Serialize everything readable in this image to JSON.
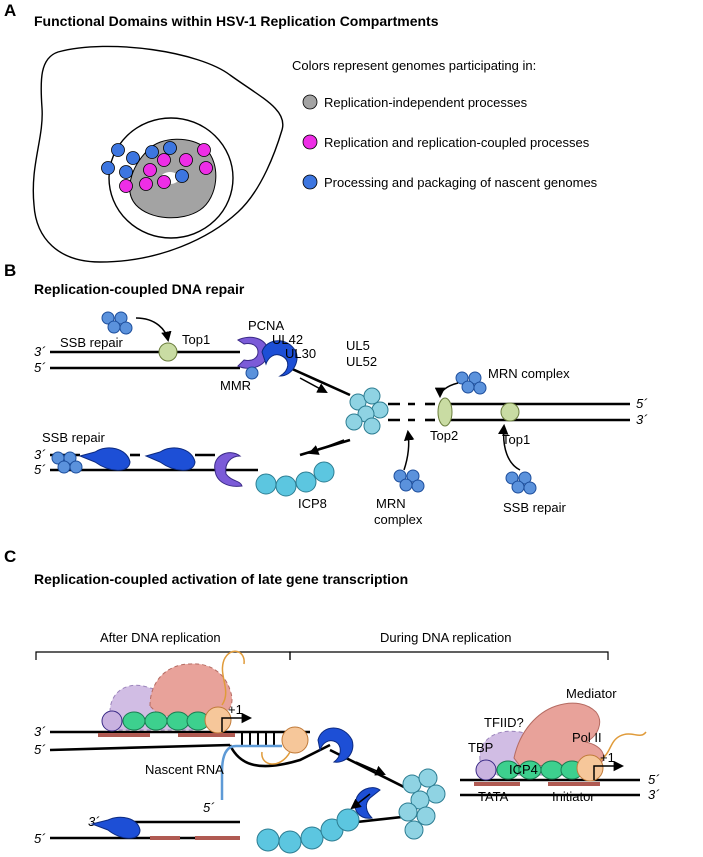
{
  "panelA": {
    "letter": "A",
    "title": "Functional Domains within HSV-1 Replication Compartments",
    "legend_heading": "Colors represent genomes participating in:",
    "legend": [
      {
        "label": "Replication-independent processes",
        "color": "#a3a3a3"
      },
      {
        "label": "Replication and replication-coupled processes",
        "color": "#ee2ee6"
      },
      {
        "label": "Processing and packaging of nascent genomes",
        "color": "#3d76e0"
      }
    ]
  },
  "panelB": {
    "letter": "B",
    "title": "Replication-coupled DNA repair",
    "labels": {
      "ssb_repair_top": "SSB repair",
      "top1_left": "Top1",
      "pcna": "PCNA",
      "ul42": "UL42",
      "ul30": "UL30",
      "mmr": "MMR",
      "ul5": "UL5",
      "ul52": "UL52",
      "mrn_top": "MRN complex",
      "ssb_repair_left": "SSB repair",
      "icp8": "ICP8",
      "mrn_bottom_1": "MRN",
      "mrn_bottom_2": "complex",
      "top2": "Top2",
      "top1_right": "Top1",
      "ssb_repair_bottom": "SSB repair"
    },
    "ends": {
      "three": "3´",
      "five": "5´"
    }
  },
  "panelC": {
    "letter": "C",
    "title": "Replication-coupled activation of late gene transcription",
    "after": "After DNA replication",
    "during": "During DNA replication",
    "labels": {
      "plus1_left": "+1",
      "nascent_rna": "Nascent RNA",
      "mediator": "Mediator",
      "tfiid": "TFIID?",
      "pol2": "Pol II",
      "tbp": "TBP",
      "icp4": "ICP4",
      "plus1_right": "+1",
      "tata": "TATA",
      "initiator": "Initiator"
    },
    "ends": {
      "three": "3´",
      "five": "5´"
    }
  },
  "colors": {
    "dna": "#000000",
    "polymerase": "#1d4fd6",
    "pcna": "#7b5bd8",
    "helicase": "#8fd3e3",
    "icp8": "#5cc6e0",
    "repair": "#5b92dc",
    "topo": "#c9dca3",
    "mediator": "#e8a29a",
    "tfiid": "#c9b2e0",
    "icp4": "#3dd08e",
    "polii": "#f6c79a",
    "motif": "#b05a52",
    "nucleus_gray": "#a3a3a3",
    "magenta": "#ee2ee6",
    "blue": "#3d76e0"
  }
}
